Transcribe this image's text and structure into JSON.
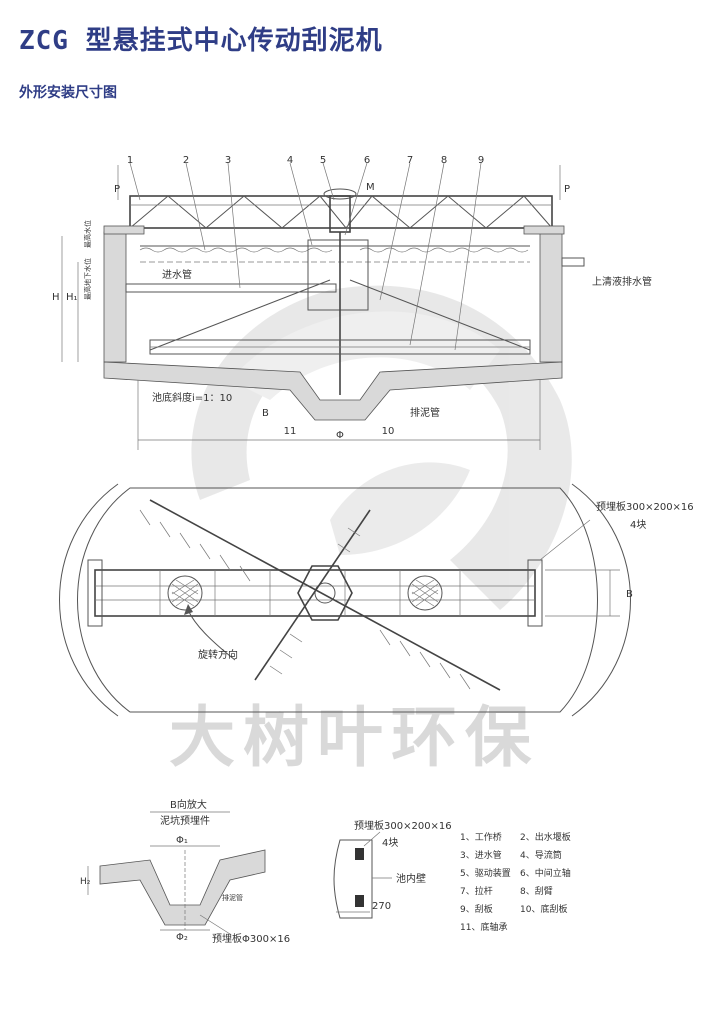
{
  "header": {
    "title": "ZCG 型悬挂式中心传动刮泥机",
    "subtitle": "外形安装尺寸图"
  },
  "elevation": {
    "part_numbers": [
      "1",
      "2",
      "3",
      "4",
      "5",
      "6",
      "7",
      "8",
      "9"
    ],
    "bottom_numbers": [
      "11",
      "10"
    ],
    "labels": {
      "p_left": "P",
      "p_right": "P",
      "m": "M",
      "h": "H",
      "h1": "H₁",
      "h_small": "H",
      "water_level_1": "最高水位",
      "water_level_2": "最高地下水位",
      "inlet": "进水管",
      "outlet": "上清液排水管",
      "slope": "池底斜度i=1：10",
      "b": "B",
      "sludge": "排泥管",
      "phi": "Φ"
    }
  },
  "plan": {
    "embed_plate": "预埋板300×200×16",
    "embed_count": "4块",
    "rotation": "旋转方向",
    "b": "B"
  },
  "watermark": "大树叶环保",
  "detail_b": {
    "title": "B向放大",
    "subtitle": "泥坑预埋件",
    "phi1": "Φ₁",
    "phi2": "Φ₂",
    "h2": "H₂",
    "pipe": "排泥管",
    "plate": "预埋板Φ300×16"
  },
  "detail_plate": {
    "title": "预埋板300×200×16",
    "count": "4块",
    "wall": "池内壁",
    "dim": "270"
  },
  "legend": [
    "1、工作桥",
    "2、出水堰板",
    "3、进水管",
    "4、导流筒",
    "5、驱动装置",
    "6、中间立轴",
    "7、拉杆",
    "8、刮臂",
    "9、刮板",
    "10、底刮板",
    "11、底轴承"
  ],
  "colors": {
    "title": "#2f3d86",
    "line": "#555555",
    "watermark": "#d7d7d7"
  }
}
